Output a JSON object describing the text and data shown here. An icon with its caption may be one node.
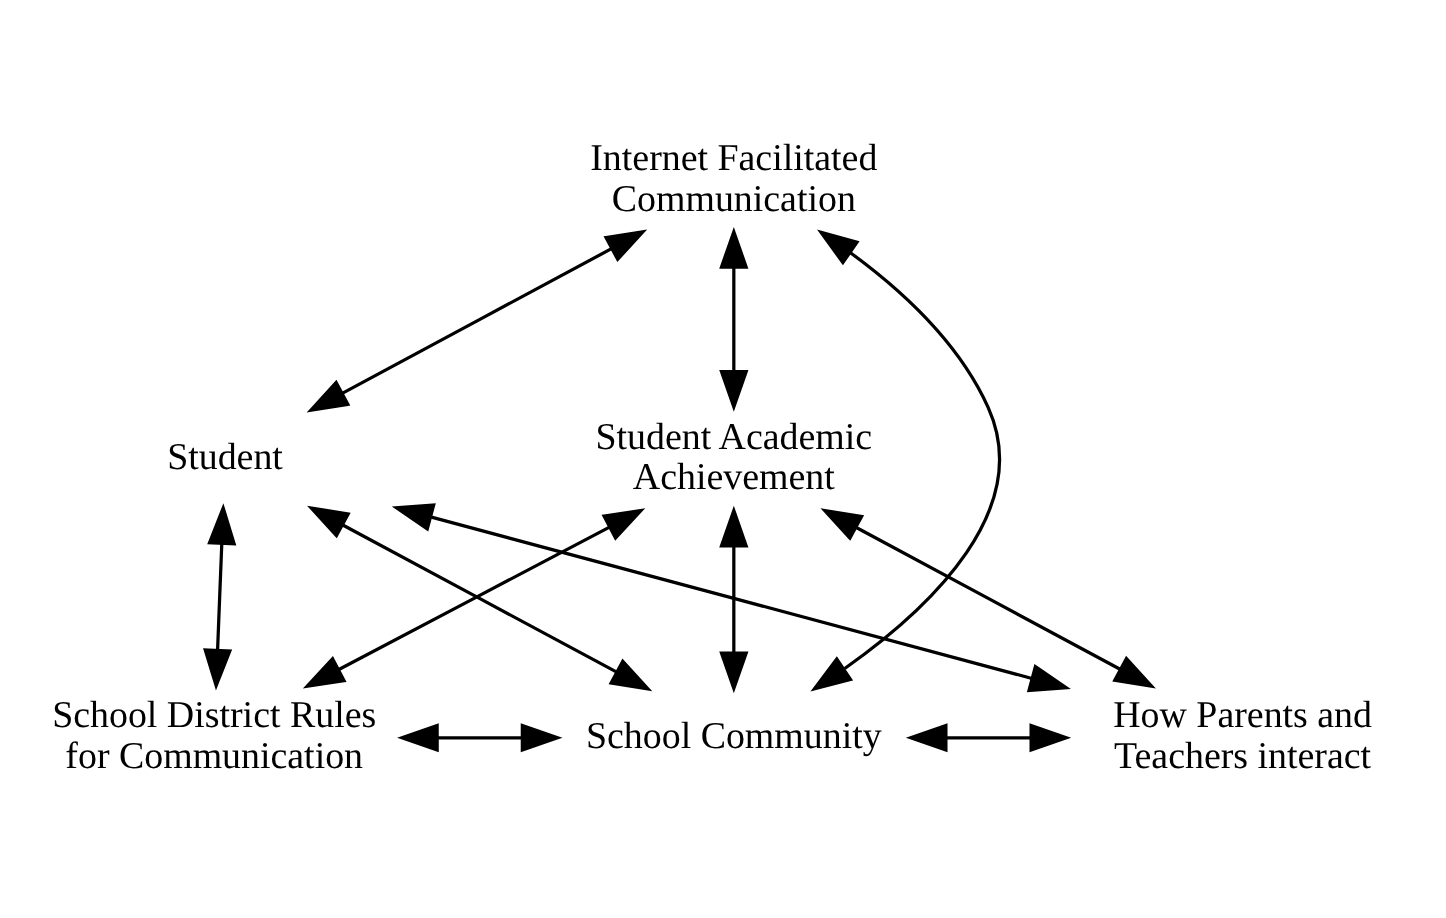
{
  "diagram": {
    "nodes": [
      {
        "text": [
          "Internet Facilitated Communication"
        ]
      },
      {
        "text": [
          "Student"
        ]
      },
      {
        "text": [
          "Student Academic Achievement"
        ]
      },
      {
        "text": [
          "School District Rules for Communication"
        ]
      },
      {
        "text": [
          "School Community"
        ]
      },
      {
        "text": [
          "How Parents and Teachers interact"
        ]
      }
    ],
    "edges": [
      {
        "from": 0,
        "to": 1,
        "arrow": "both"
      },
      {
        "from": 0,
        "to": 4,
        "arrow": "both"
      },
      {
        "from": 0,
        "to": 2,
        "arrow": "both"
      },
      {
        "from": 1,
        "to": 3,
        "arrow": "both"
      },
      {
        "from": 1,
        "to": 4,
        "arrow": "both"
      },
      {
        "from": 1,
        "to": 5,
        "arrow": "both"
      },
      {
        "from": 3,
        "to": 2,
        "arrow": "both"
      },
      {
        "from": 2,
        "to": 4,
        "arrow": "both"
      },
      {
        "from": 2,
        "to": 5,
        "arrow": "both"
      },
      {
        "from": 3,
        "to": 4,
        "arrow": "both"
      },
      {
        "from": 4,
        "to": 5,
        "arrow": "both"
      }
    ]
  }
}
